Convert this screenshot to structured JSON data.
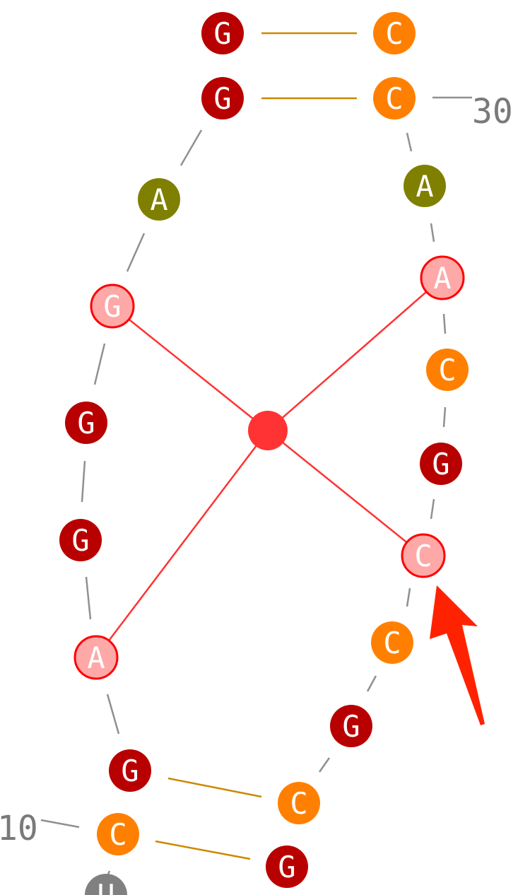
{
  "colors": {
    "G": "#b80000",
    "C": "#ff8000",
    "A": "#7f8000",
    "U": "#808080",
    "highlight_fill": "#ffa8a8",
    "highlight_stroke": "#ff0000",
    "center_node": "#ff3333",
    "loop_line": "#ff3333",
    "backbone": "#909090",
    "basepair": "#cc8800",
    "arrow": "#ff2200"
  },
  "nucleotides": [
    {
      "id": "n1",
      "base": "G",
      "highlight": false
    },
    {
      "id": "n2",
      "base": "G",
      "highlight": false
    },
    {
      "id": "n3",
      "base": "A",
      "highlight": false
    },
    {
      "id": "n4",
      "base": "G",
      "highlight": true
    },
    {
      "id": "n5",
      "base": "G",
      "highlight": false
    },
    {
      "id": "n6",
      "base": "G",
      "highlight": false
    },
    {
      "id": "n7",
      "base": "A",
      "highlight": true
    },
    {
      "id": "n8",
      "base": "G",
      "highlight": false
    },
    {
      "id": "n9",
      "base": "C",
      "highlight": false
    },
    {
      "id": "n10",
      "base": "U",
      "highlight": false
    },
    {
      "id": "n11",
      "base": "G",
      "highlight": false
    },
    {
      "id": "n12",
      "base": "C",
      "highlight": false
    },
    {
      "id": "n13",
      "base": "G",
      "highlight": false
    },
    {
      "id": "n14",
      "base": "C",
      "highlight": false
    },
    {
      "id": "n15",
      "base": "C",
      "highlight": true
    },
    {
      "id": "n16",
      "base": "G",
      "highlight": false
    },
    {
      "id": "n17",
      "base": "C",
      "highlight": false
    },
    {
      "id": "n18",
      "base": "A",
      "highlight": true
    },
    {
      "id": "n19",
      "base": "A",
      "highlight": false
    },
    {
      "id": "n20",
      "base": "C",
      "highlight": false
    },
    {
      "id": "n21",
      "base": "C",
      "highlight": false
    }
  ],
  "position_labels": {
    "label_30": "30",
    "label_10": "10"
  }
}
